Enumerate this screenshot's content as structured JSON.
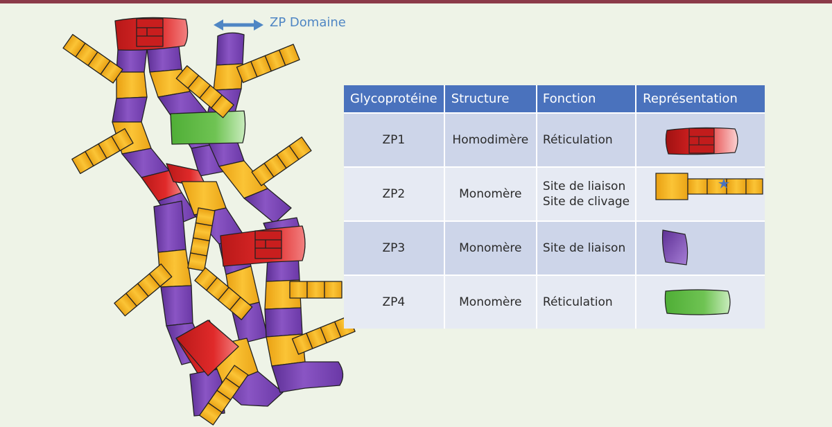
{
  "diagram": {
    "zp_domain_label": "ZP Domaine"
  },
  "colors": {
    "zp1": "#d42424",
    "zp2": "#f3b21b",
    "zp3": "#7b45b2",
    "zp4": "#5fb844",
    "header": "#4a72bd",
    "accent_arrow": "#4f86c4",
    "top_rule": "#8b3a49"
  },
  "table": {
    "headers": {
      "glycoprotein": "Glycoprotéine",
      "structure": "Structure",
      "function": "Fonction",
      "representation": "Représentation"
    },
    "rows": [
      {
        "glycoprotein": "ZP1",
        "structure": "Homodimère",
        "function": [
          "Réticulation"
        ],
        "icon": "zp1-block-icon"
      },
      {
        "glycoprotein": "ZP2",
        "structure": "Monomère",
        "function": [
          "Site de liaison",
          "Site de clivage"
        ],
        "icon": "zp2-chain-icon"
      },
      {
        "glycoprotein": "ZP3",
        "structure": "Monomère",
        "function": [
          "Site de liaison"
        ],
        "icon": "zp3-block-icon"
      },
      {
        "glycoprotein": "ZP4",
        "structure": "Monomère",
        "function": [
          "Réticulation"
        ],
        "icon": "zp4-block-icon"
      }
    ]
  }
}
